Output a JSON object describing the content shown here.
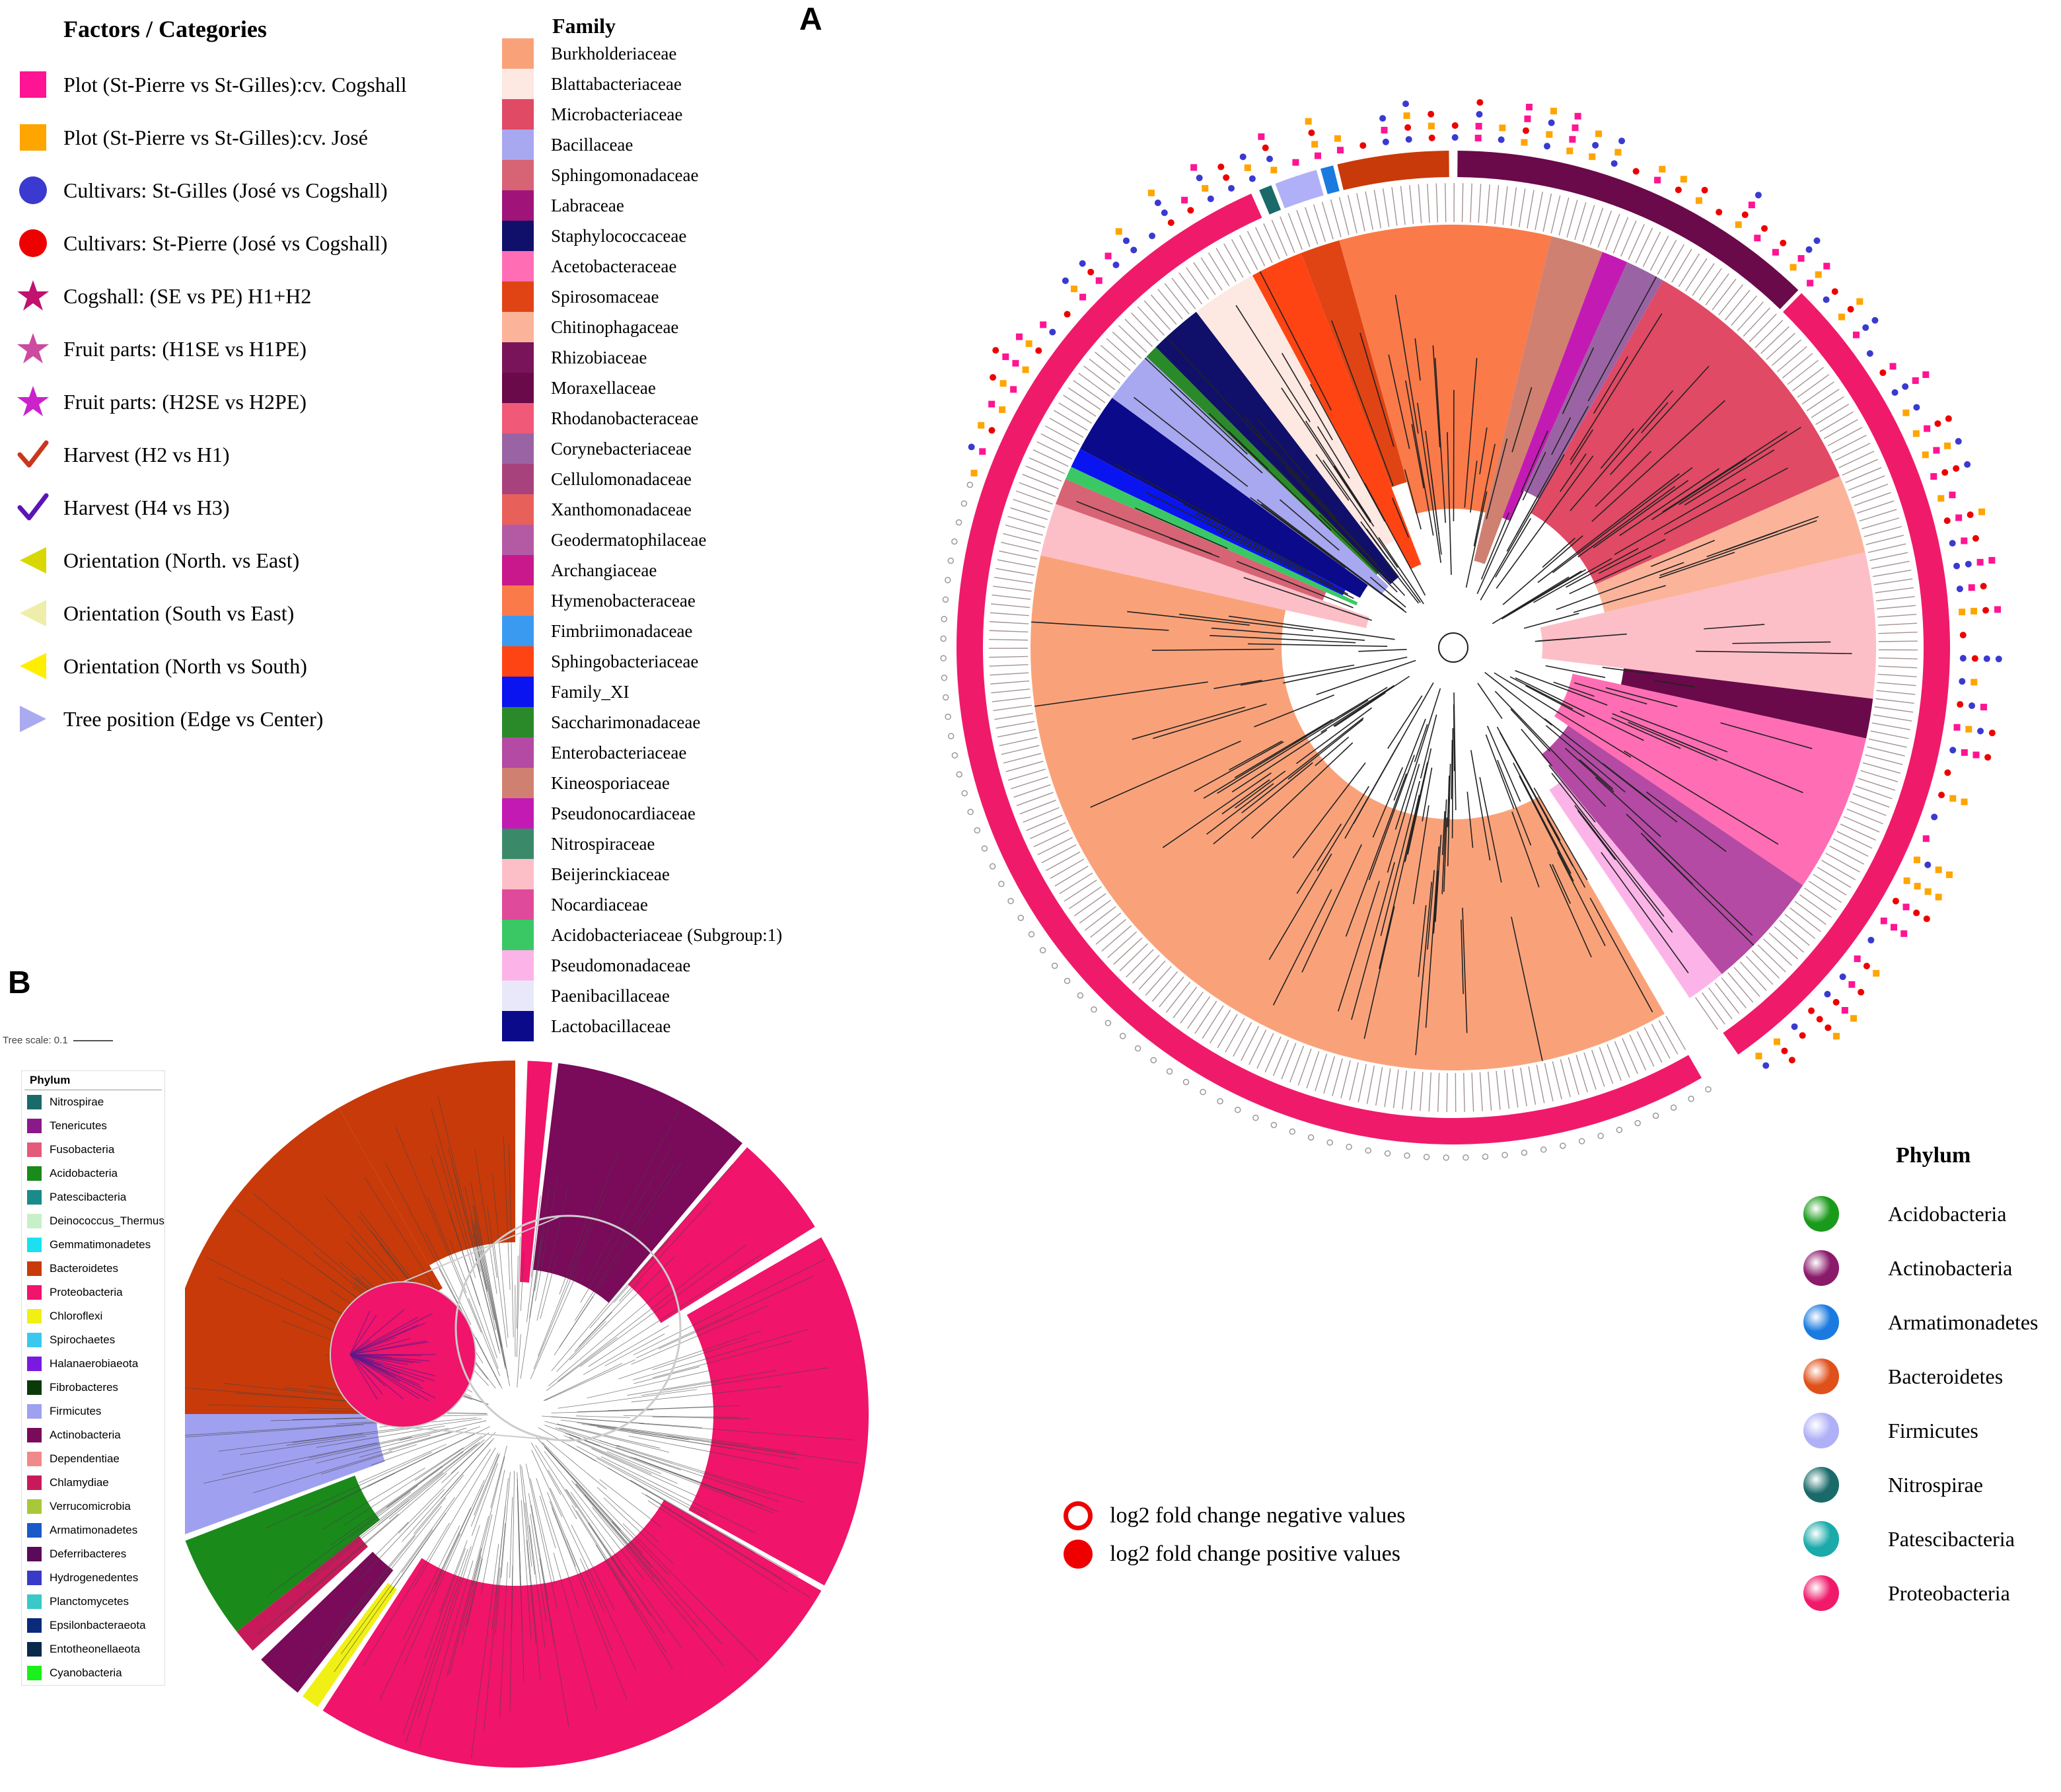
{
  "panel_a": {
    "letter": "A"
  },
  "panel_b": {
    "letter": "B",
    "tree_scale": "Tree scale: 0.1"
  },
  "factors": {
    "title": "Factors / Categories",
    "items": [
      {
        "label": "Plot (St-Pierre vs St-Gilles):cv. Cogshall",
        "shape": "square",
        "color": "#ff1493"
      },
      {
        "label": "Plot (St-Pierre vs St-Gilles):cv. José",
        "shape": "square",
        "color": "#ffa500"
      },
      {
        "label": "Cultivars: St-Gilles (José vs Cogshall)",
        "shape": "circle",
        "color": "#3a3ad0"
      },
      {
        "label": "Cultivars: St-Pierre (José vs Cogshall)",
        "shape": "circle",
        "color": "#ee0000"
      },
      {
        "label": "Cogshall: (SE vs PE) H1+H2",
        "shape": "star",
        "color": "#c0126e"
      },
      {
        "label": "Fruit parts: (H1SE vs H1PE)",
        "shape": "star",
        "color": "#cc4aa0"
      },
      {
        "label": "Fruit parts: (H2SE vs H2PE)",
        "shape": "star",
        "color": "#cc22cc"
      },
      {
        "label": "Harvest (H2 vs H1)",
        "shape": "check",
        "color": "#c8381e"
      },
      {
        "label": "Harvest (H4 vs H3)",
        "shape": "check",
        "color": "#5a14b8"
      },
      {
        "label": "Orientation (North. vs East)",
        "shape": "triangle",
        "color": "#d8d800"
      },
      {
        "label": "Orientation (South vs East)",
        "shape": "triangle",
        "color": "#eeeeaa"
      },
      {
        "label": "Orientation (North vs South)",
        "shape": "triangle",
        "color": "#ffee00"
      },
      {
        "label": "Tree position (Edge vs Center)",
        "shape": "triangle-right",
        "color": "#aaaaf0"
      }
    ]
  },
  "family": {
    "title": "Family",
    "items": [
      {
        "label": "Burkholderiaceae",
        "color": "#f9a27a"
      },
      {
        "label": "Blattabacteriaceae",
        "color": "#fde8e2"
      },
      {
        "label": "Microbacteriaceae",
        "color": "#e04a64"
      },
      {
        "label": "Bacillaceae",
        "color": "#a8a8f0"
      },
      {
        "label": "Sphingomonadaceae",
        "color": "#d66474"
      },
      {
        "label": "Labraceae",
        "color": "#a0147a"
      },
      {
        "label": "Staphylococcaceae",
        "color": "#10106a"
      },
      {
        "label": "Acetobacteraceae",
        "color": "#ff6eb4"
      },
      {
        "label": "Spirosomaceae",
        "color": "#e04414"
      },
      {
        "label": "Chitinophagaceae",
        "color": "#fbb49a"
      },
      {
        "label": "Rhizobiaceae",
        "color": "#7a145a"
      },
      {
        "label": "Moraxellaceae",
        "color": "#6a0a4a"
      },
      {
        "label": "Rhodanobacteraceae",
        "color": "#f05a78"
      },
      {
        "label": "Corynebacteriaceae",
        "color": "#9a64a4"
      },
      {
        "label": "Cellulomonadaceae",
        "color": "#a8427c"
      },
      {
        "label": "Xanthomonadaceae",
        "color": "#e8605a"
      },
      {
        "label": "Geodermatophilaceae",
        "color": "#b45aa4"
      },
      {
        "label": "Archangiaceae",
        "color": "#c8188c"
      },
      {
        "label": "Hymenobacteraceae",
        "color": "#fa7a4a"
      },
      {
        "label": "Fimbriimonadaceae",
        "color": "#3a9af0"
      },
      {
        "label": "Sphingobacteriaceae",
        "color": "#ff4414"
      },
      {
        "label": "Family_XI",
        "color": "#0a14f0"
      },
      {
        "label": "Saccharimonadaceae",
        "color": "#2a8a2a"
      },
      {
        "label": "Enterobacteriaceae",
        "color": "#b44aa4"
      },
      {
        "label": "Kineosporiaceae",
        "color": "#d08070"
      },
      {
        "label": "Pseudonocardiaceae",
        "color": "#c41ab4"
      },
      {
        "label": "Nitrospiraceae",
        "color": "#3a8a6a"
      },
      {
        "label": "Beijerinckiaceae",
        "color": "#fcbfc8"
      },
      {
        "label": "Nocardiaceae",
        "color": "#e04a9a"
      },
      {
        "label": "Acidobacteriaceae (Subgroup:1)",
        "color": "#3ac864"
      },
      {
        "label": "Pseudomonadaceae",
        "color": "#fcb4e8"
      },
      {
        "label": "Paenibacillaceae",
        "color": "#e8e8fa"
      },
      {
        "label": "Lactobacillaceae",
        "color": "#0a0a8a"
      }
    ]
  },
  "phylum_b": {
    "title": "Phylum",
    "items": [
      {
        "label": "Nitrospirae",
        "color": "#1a6a6a"
      },
      {
        "label": "Tenericutes",
        "color": "#8a1a8a"
      },
      {
        "label": "Fusobacteria",
        "color": "#e45a7a"
      },
      {
        "label": "Acidobacteria",
        "color": "#1a8a1a"
      },
      {
        "label": "Patescibacteria",
        "color": "#1a8a8a"
      },
      {
        "label": "Deinococcus_Thermus",
        "color": "#c8f0c8"
      },
      {
        "label": "Gemmatimonadetes",
        "color": "#1ae0f0"
      },
      {
        "label": "Bacteroidetes",
        "color": "#c83a0a"
      },
      {
        "label": "Proteobacteria",
        "color": "#f0146a"
      },
      {
        "label": "Chloroflexi",
        "color": "#f0f014"
      },
      {
        "label": "Spirochaetes",
        "color": "#3ac8f0"
      },
      {
        "label": "Halanaerobiaeota",
        "color": "#7a1ae0"
      },
      {
        "label": "Fibrobacteres",
        "color": "#0a3a0a"
      },
      {
        "label": "Firmicutes",
        "color": "#a0a0f0"
      },
      {
        "label": "Actinobacteria",
        "color": "#7a0a5a"
      },
      {
        "label": "Dependentiae",
        "color": "#f08a8a"
      },
      {
        "label": "Chlamydiae",
        "color": "#c81a5a"
      },
      {
        "label": "Verrucomicrobia",
        "color": "#a8c83a"
      },
      {
        "label": "Armatimonadetes",
        "color": "#1a5ac8"
      },
      {
        "label": "Deferribacteres",
        "color": "#5a0a5a"
      },
      {
        "label": "Hydrogenedentes",
        "color": "#3a3ac8"
      },
      {
        "label": "Planctomycetes",
        "color": "#3ac8c8"
      },
      {
        "label": "Epsilonbacteraeota",
        "color": "#0a2a7a"
      },
      {
        "label": "Entotheonellaeota",
        "color": "#0a2a4a"
      },
      {
        "label": "Cyanobacteria",
        "color": "#1af01a"
      }
    ]
  },
  "log2_legend": {
    "items": [
      {
        "label": "log2 fold change negative values",
        "filled": false,
        "color": "#ee0000"
      },
      {
        "label": "log2 fold change positive values",
        "filled": true,
        "color": "#ee0000"
      }
    ]
  },
  "phylum_right": {
    "title": "Phylum",
    "items": [
      {
        "label": "Acidobacteria",
        "color": "#1a9a1a"
      },
      {
        "label": "Actinobacteria",
        "color": "#8a1a6a"
      },
      {
        "label": "Armatimonadetes",
        "color": "#1a7ae0"
      },
      {
        "label": "Bacteroidetes",
        "color": "#e0501a"
      },
      {
        "label": "Firmicutes",
        "color": "#b0b0f8"
      },
      {
        "label": "Nitrospirae",
        "color": "#1a6a6a"
      },
      {
        "label": "Patescibacteria",
        "color": "#1aaaaa"
      },
      {
        "label": "Proteobacteria",
        "color": "#f01a6a"
      }
    ]
  },
  "tree_a_sectors": [
    {
      "family": "Burkholderiaceae",
      "color": "#f9a27a",
      "span": 146
    },
    {
      "family": "Beijerinckiaceae",
      "color": "#fcbfc8",
      "span": 8
    },
    {
      "family": "Sphingomonadaceae",
      "color": "#d66474",
      "span": 4
    },
    {
      "family": "Acidobacteriaceae (Subgroup:1)",
      "color": "#3ac864",
      "span": 2
    },
    {
      "family": "Family_XI",
      "color": "#0a14f0",
      "span": 3
    },
    {
      "family": "Lactobacillaceae",
      "color": "#0a0a8a",
      "span": 9
    },
    {
      "family": "Bacillaceae",
      "color": "#a8a8f0",
      "span": 8
    },
    {
      "family": "Saccharimonadaceae",
      "color": "#2a8a2a",
      "span": 2
    },
    {
      "family": "Staphylococcaceae",
      "color": "#10106a",
      "span": 8
    },
    {
      "family": "Blattabacteriaceae",
      "color": "#fde8e2",
      "span": 10
    },
    {
      "family": "Sphingobacteriaceae",
      "color": "#ff4414",
      "span": 8
    },
    {
      "family": "Spirosomaceae",
      "color": "#e04414",
      "span": 6
    },
    {
      "family": "Hymenobacteraceae",
      "color": "#fa7a4a",
      "span": 32
    },
    {
      "family": "Kineosporiaceae",
      "color": "#d08070",
      "span": 8
    },
    {
      "family": "Pseudonocardiaceae",
      "color": "#c41ab4",
      "span": 4
    },
    {
      "family": "Corynebacteriaceae",
      "color": "#9a64a4",
      "span": 6
    },
    {
      "family": "Microbacteriaceae",
      "color": "#e04a64",
      "span": 40
    },
    {
      "family": "Chitinophagaceae",
      "color": "#fbb49a",
      "span": 12
    },
    {
      "family": "Beijerinckiaceae",
      "color": "#fcbfc8",
      "span": 22
    },
    {
      "family": "Moraxellaceae",
      "color": "#6a0a4a",
      "span": 6
    },
    {
      "family": "Nocardiaceae",
      "color": "#ff6eb4",
      "span": 24
    },
    {
      "family": "Enterobacteriaceae",
      "color": "#b44aa4",
      "span": 18
    },
    {
      "family": "Pseudomonadaceae",
      "color": "#fcb4e8",
      "span": 6
    }
  ]
}
